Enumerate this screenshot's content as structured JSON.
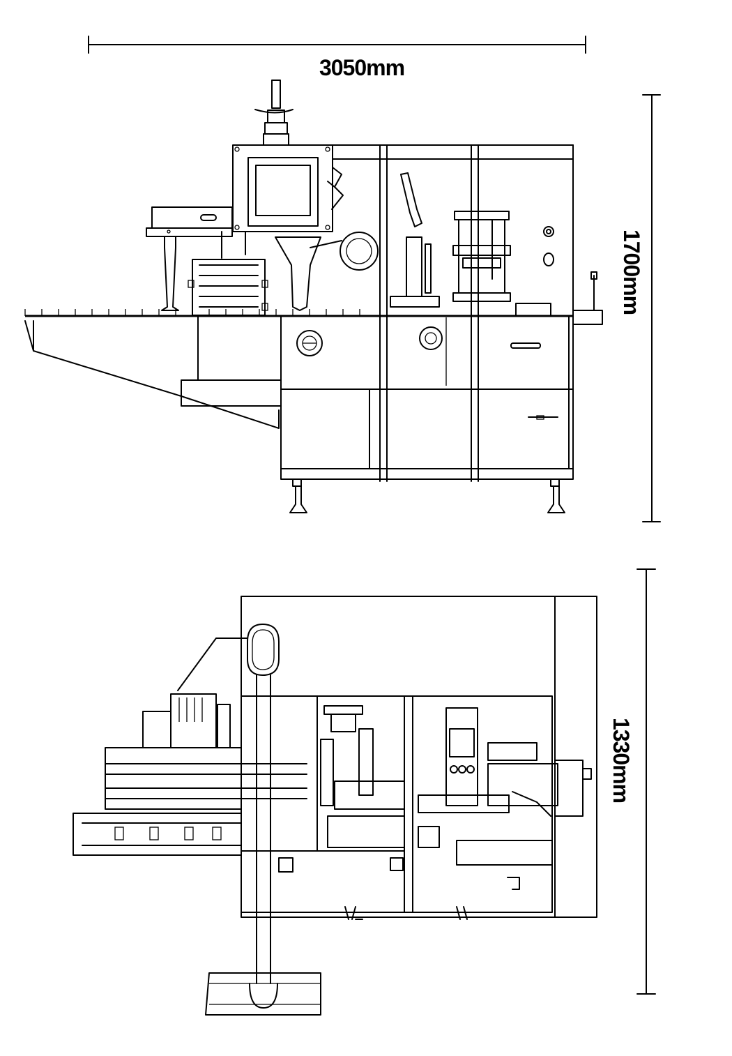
{
  "dimensions": {
    "width_label": "3050mm",
    "height_label": "1700mm",
    "depth_label": "1330mm"
  },
  "colors": {
    "line": "#000000",
    "background": "#ffffff"
  }
}
